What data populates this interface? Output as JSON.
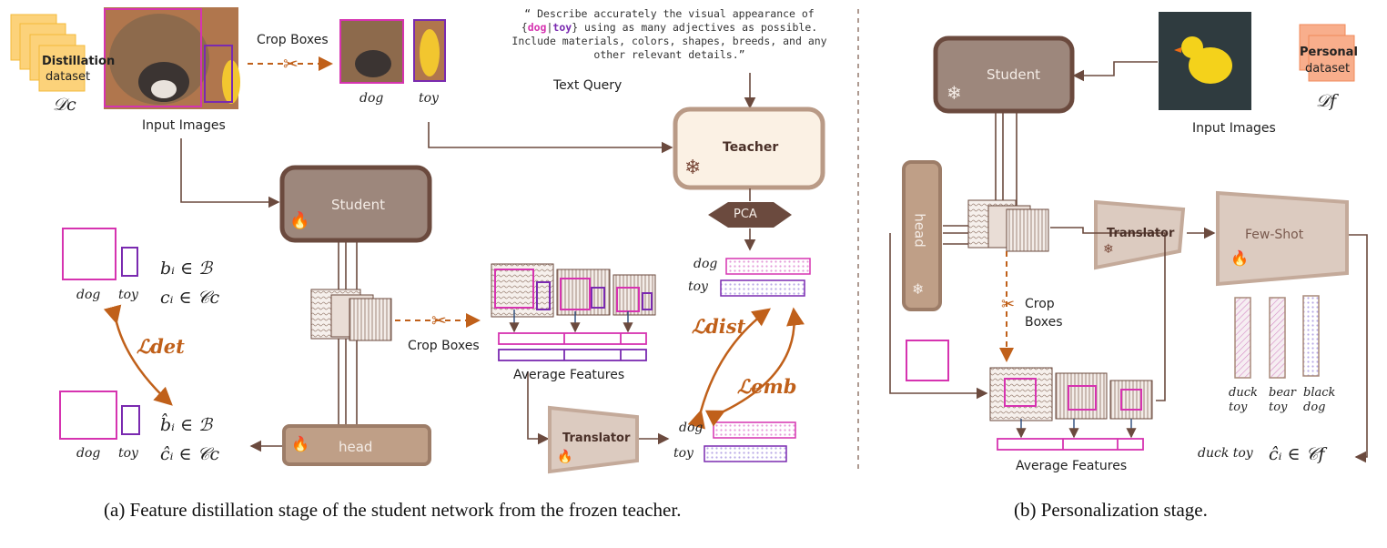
{
  "part_a": {
    "dataset_title": "Distillation",
    "dataset_sub": "dataset",
    "dataset_symbol": "𝒟c",
    "input_images": "Input Images",
    "crop_boxes_top": "Crop Boxes",
    "crop_dog": "dog",
    "crop_toy": "toy",
    "text_query_pre": "“ Describe accurately the visual appearance of {",
    "text_query_kw1": "dog",
    "text_query_sep": "|",
    "text_query_kw2": "toy",
    "text_query_post": "} using as many adjectives as possible. Include materials, colors, shapes, breeds, and any other relevant details.”",
    "text_query_label": "Text Query",
    "teacher": "Teacher",
    "pca": "PCA",
    "student": "Student",
    "head": "head",
    "crop_boxes_mid": "Crop Boxes",
    "average_features": "Average Features",
    "translator": "Translator",
    "gt_dog": "dog",
    "gt_toy": "toy",
    "b_i": "bᵢ ∈ ℬ",
    "c_i": "cᵢ ∈ 𝒞c",
    "loss_det": "ℒdet",
    "pred_dog": "dog",
    "pred_toy": "toy",
    "b_hat": "b̂ᵢ ∈ ℬ",
    "c_hat": "ĉᵢ ∈ 𝒞c",
    "teacher_dog": "dog",
    "teacher_toy": "toy",
    "loss_dist": "ℒdist",
    "loss_emb": "ℒemb",
    "trans_dog": "dog",
    "trans_toy": "toy",
    "caption": "(a) Feature distillation stage of the student network from the frozen teacher."
  },
  "part_b": {
    "student": "Student",
    "input_images": "Input Images",
    "dataset_title": "Personal",
    "dataset_sub": "dataset",
    "dataset_symbol": "𝒟f",
    "head": "head",
    "translator": "Translator",
    "few_shot": "Few-Shot",
    "crop_boxes": "Crop Boxes",
    "average_features": "Average Features",
    "proto_labels": [
      "duck toy",
      "bear toy",
      "black dog"
    ],
    "pred_label": "duck toy",
    "pred_class": "ĉᵢ ∈ 𝒞f",
    "caption": "(b) Personalization stage."
  },
  "colors": {
    "brown": "#6b4a3e",
    "orange": "#c0601a",
    "magenta": "#d633b0",
    "purple": "#7a2ab0"
  }
}
